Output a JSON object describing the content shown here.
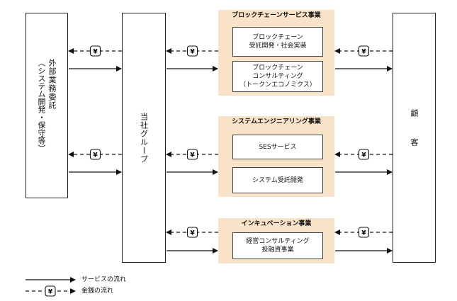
{
  "columns": {
    "outsourcing_line1": "外部業務委託",
    "outsourcing_line2": "（システム開発・保守等）",
    "group": "当社グループ",
    "customer": "顧客"
  },
  "segments": [
    {
      "title": "ブロックチェーンサービス事業",
      "boxes": [
        {
          "lines": [
            "ブロックチェーン",
            "受託開発・社会実装"
          ]
        },
        {
          "lines": [
            "ブロックチェーン",
            "コンサルティング",
            "（トークンエコノミクス）"
          ]
        }
      ]
    },
    {
      "title": "システムエンジニアリング事業",
      "boxes": [
        {
          "lines": [
            "SESサービス"
          ]
        },
        {
          "lines": [
            "システム受託開発"
          ]
        }
      ]
    },
    {
      "title": "インキュベーション事業",
      "boxes": [
        {
          "lines": [
            "経営コンサルティング",
            "投融資事業"
          ]
        }
      ]
    }
  ],
  "money_symbol": "¥",
  "legend": {
    "service_flow": "サービスの流れ",
    "money_flow": "金銭の流れ"
  }
}
